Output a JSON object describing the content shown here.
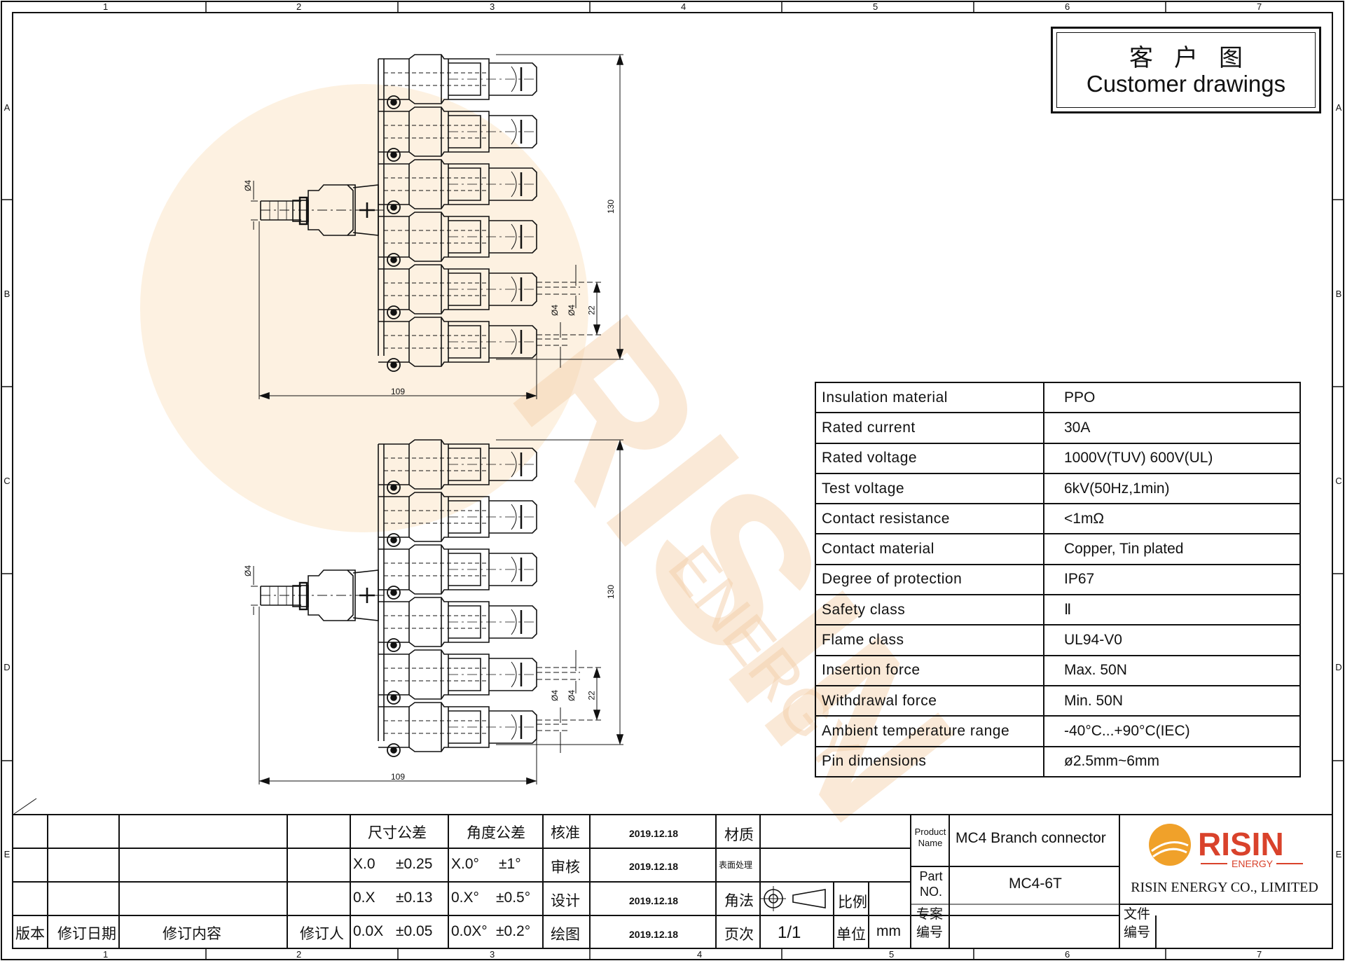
{
  "zones": {
    "columns": [
      "1",
      "2",
      "3",
      "4",
      "5",
      "6",
      "7"
    ],
    "rows": [
      "A",
      "B",
      "C",
      "D",
      "E"
    ]
  },
  "title_block": {
    "cn": "客户图",
    "en": "Customer drawings"
  },
  "drawing": {
    "dimensions": {
      "overall_length": "109",
      "overall_height": "130",
      "pitch": "22",
      "diameter_top": "Ø4",
      "diameter_a": "Ø4",
      "diameter_b": "Ø4"
    },
    "views": 2,
    "branches_per_view": 6,
    "watermark_brand": "RISIN",
    "watermark_sub": "ENERGY"
  },
  "specs": [
    {
      "label": "Insulation  material",
      "value": "PPO"
    },
    {
      "label": "Rated  current",
      "value": "30A"
    },
    {
      "label": "Rated  voltage",
      "value": "1000V(TUV)  600V(UL)"
    },
    {
      "label": "Test  voltage",
      "value": "6kV(50Hz,1min)"
    },
    {
      "label": "Contact  resistance",
      "value": "<1mΩ"
    },
    {
      "label": "Contact  material",
      "value": "Copper,  Tin  plated"
    },
    {
      "label": "Degree  of  protection",
      "value": "IP67"
    },
    {
      "label": "Safety  class",
      "value": "Ⅱ"
    },
    {
      "label": "Flame  class",
      "value": "UL94-V0"
    },
    {
      "label": "Insertion  force",
      "value": "Max.  50N"
    },
    {
      "label": "Withdrawal  force",
      "value": "Min.  50N"
    },
    {
      "label": "Ambient  temperature  range",
      "value": "-40°C...+90°C(IEC)"
    },
    {
      "label": "Pin  dimensions",
      "value": "ø2.5mm~6mm"
    }
  ],
  "revision_block": {
    "col_version": "版本",
    "col_date": "修订日期",
    "col_content": "修订内容",
    "col_reviser": "修订人"
  },
  "tolerance": {
    "dim_header": "尺寸公差",
    "ang_header": "角度公差",
    "rows": [
      {
        "dim": "X.0",
        "dim_tol": "±0.25",
        "ang": "X.0°",
        "ang_tol": "±1°"
      },
      {
        "dim": "0.X",
        "dim_tol": "±0.13",
        "ang": "0.X°",
        "ang_tol": "±0.5°"
      },
      {
        "dim": "0.0X",
        "dim_tol": "±0.05",
        "ang": "0.0X°",
        "ang_tol": "±0.2°"
      }
    ]
  },
  "approvals": [
    {
      "role": "核准",
      "date": "2019.12.18"
    },
    {
      "role": "审核",
      "date": "2019.12.18"
    },
    {
      "role": "设计",
      "date": "2019.12.18"
    },
    {
      "role": "绘图",
      "date": "2019.12.18"
    }
  ],
  "info": {
    "material_label": "材质",
    "surface_label": "表面处理",
    "projection_label": "角法",
    "scale_label": "比例",
    "page_label": "页次",
    "page_value": "1/1",
    "unit_label": "单位",
    "unit_value": "mm"
  },
  "product": {
    "name_label_1": "Product",
    "name_label_2": "Name",
    "name_value": "MC4 Branch connector",
    "part_label_1": "Part",
    "part_label_2": "NO.",
    "part_value": "MC4-6T",
    "project_label_1": "专案",
    "project_label_2": "编号",
    "file_label_1": "文件",
    "file_label_2": "编号"
  },
  "company": {
    "logo_text": "RISIN",
    "logo_sub": "ENERGY",
    "name": "RISIN ENERGY CO., LIMITED",
    "logo_color": "#d9422b",
    "sun_color": "#f0a12a"
  }
}
